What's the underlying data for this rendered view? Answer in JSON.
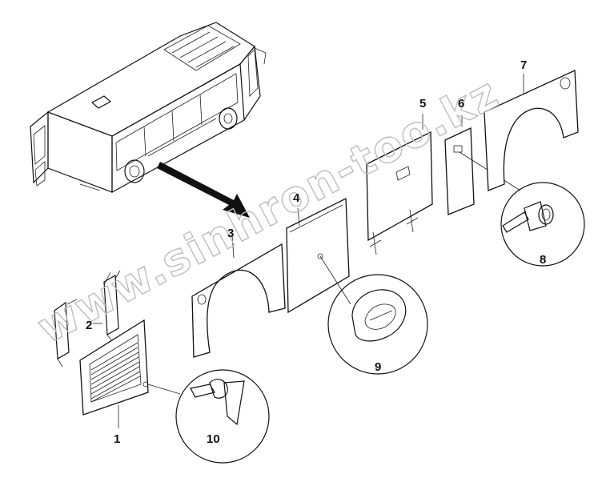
{
  "diagram": {
    "watermark": "www.sinhron-too.kz",
    "callouts": [
      {
        "id": "1",
        "label": "1"
      },
      {
        "id": "2",
        "label": "2"
      },
      {
        "id": "3",
        "label": "3"
      },
      {
        "id": "4",
        "label": "4"
      },
      {
        "id": "5",
        "label": "5"
      },
      {
        "id": "6",
        "label": "6"
      },
      {
        "id": "7",
        "label": "7"
      },
      {
        "id": "8",
        "label": "8"
      },
      {
        "id": "9",
        "label": "9"
      },
      {
        "id": "10",
        "label": "10"
      }
    ],
    "colors": {
      "line": "#111111",
      "watermark": "#bdbdbd",
      "background": "#ffffff"
    }
  }
}
